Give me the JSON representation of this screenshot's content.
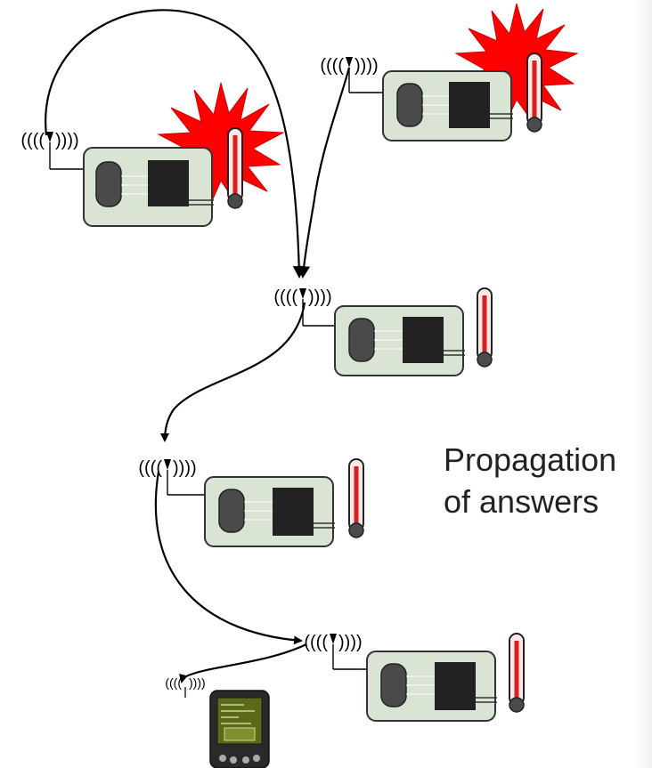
{
  "caption": {
    "line1": "Propagation",
    "line2": "of answers"
  },
  "antenna": {
    "left_waves": "((((",
    "right_waves": "))))"
  },
  "colors": {
    "board_fill": "#d9e4d4",
    "board_stroke": "#333333",
    "chip": "#222222",
    "battery": "#4a4a4a",
    "thermometer_mercury": "#d82020",
    "thermometer_glass": "#ffe8e8",
    "alarm_burst": "#ff0000",
    "arrow": "#000000",
    "pda_screen": "#5a6a1a"
  },
  "nodes": [
    {
      "id": "sensor-top-left",
      "alarm": true
    },
    {
      "id": "sensor-top-right",
      "alarm": true
    },
    {
      "id": "sensor-middle",
      "alarm": false
    },
    {
      "id": "sensor-lower",
      "alarm": false
    },
    {
      "id": "sensor-bottom-right",
      "alarm": false
    },
    {
      "id": "pda-base-station",
      "alarm": false
    }
  ]
}
